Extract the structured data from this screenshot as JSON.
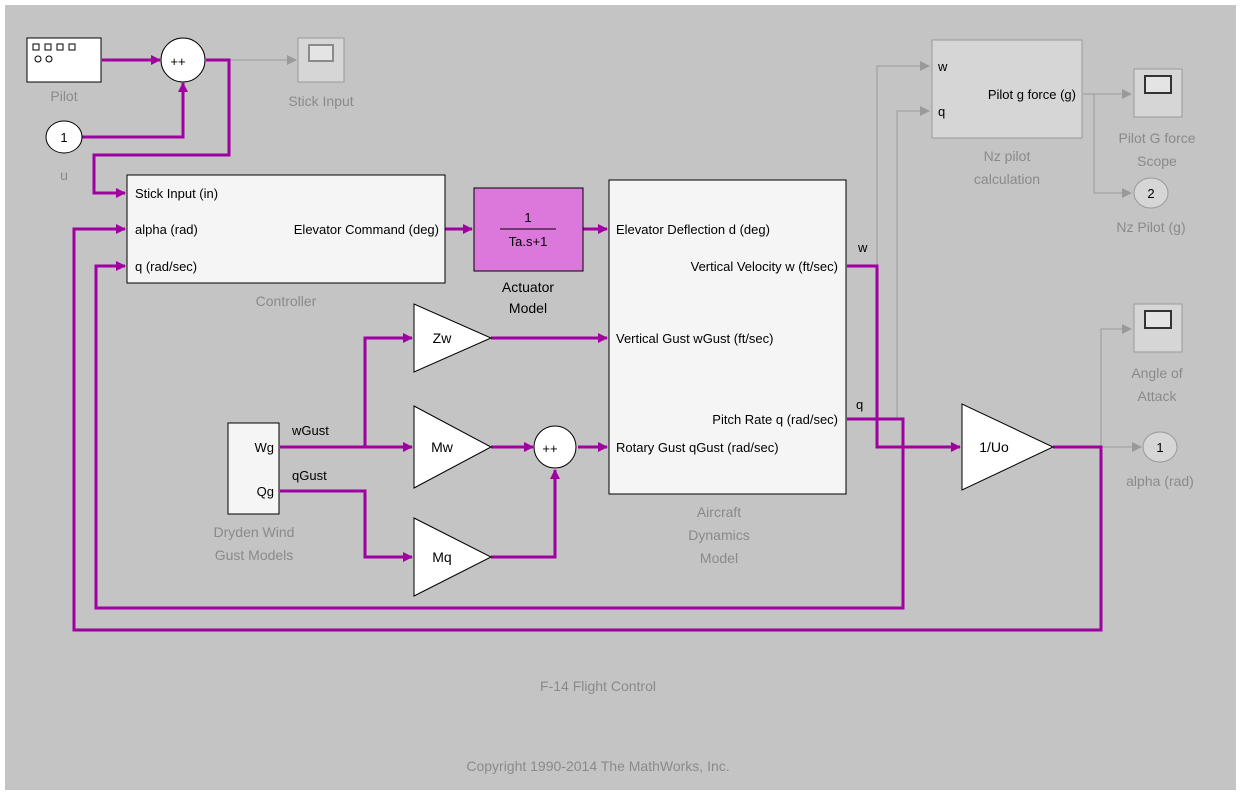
{
  "colors": {
    "canvas_bg": "#c4c4c4",
    "signal_highlight": "#a000a0",
    "signal_dim": "#9a9a9a",
    "actuator_fill": "#dc78dc",
    "block_fill": "#f5f5f5",
    "block_dim_fill": "#d6d6d6",
    "label_dim": "#8a8a8a"
  },
  "blocks": {
    "pilot": {
      "name": "Pilot"
    },
    "stick_scope": {
      "name": "Stick Input"
    },
    "inport_u": {
      "number": "1",
      "name": "u"
    },
    "controller": {
      "name": "Controller",
      "inputs": [
        "Stick Input (in)",
        "alpha (rad)",
        "q (rad/sec)"
      ],
      "output": "Elevator Command (deg)"
    },
    "actuator": {
      "numerator": "1",
      "denominator": "Ta.s+1",
      "name_line1": "Actuator",
      "name_line2": "Model"
    },
    "aircraft": {
      "inputs": [
        "Elevator Deflection d (deg)",
        "Vertical Gust wGust (ft/sec)",
        "Rotary Gust qGust (rad/sec)"
      ],
      "outputs": [
        "Vertical Velocity w (ft/sec)",
        "Pitch Rate q (rad/sec)"
      ],
      "name_line1": "Aircraft",
      "name_line2": "Dynamics",
      "name_line3": "Model"
    },
    "nz_pilot": {
      "inputs": [
        "w",
        "q"
      ],
      "output": "Pilot g force (g)",
      "name_line1": "Nz pilot",
      "name_line2": "calculation"
    },
    "pilot_g_scope": {
      "name_line1": "Pilot G force",
      "name_line2": "Scope"
    },
    "outport_nz": {
      "number": "2",
      "name": "Nz Pilot (g)"
    },
    "aoa_scope": {
      "name_line1": "Angle of",
      "name_line2": "Attack"
    },
    "outport_alpha": {
      "number": "1",
      "name": "alpha (rad)"
    },
    "gain_zw": {
      "label": "Zw"
    },
    "gain_mw": {
      "label": "Mw"
    },
    "gain_mq": {
      "label": "Mq"
    },
    "gain_uo": {
      "label": "1/Uo"
    },
    "dryden": {
      "outputs": [
        "Wg",
        "Qg"
      ],
      "name_line1": "Dryden Wind",
      "name_line2": "Gust Models"
    },
    "sum_pilot": {
      "signs": "++"
    },
    "sum_gust": {
      "signs": "++"
    }
  },
  "signals": {
    "w": "w",
    "q": "q",
    "wGust": "wGust",
    "qGust": "qGust"
  },
  "annotations": {
    "model_title": "F-14 Flight Control",
    "copyright": "Copyright 1990-2014 The MathWorks, Inc."
  }
}
